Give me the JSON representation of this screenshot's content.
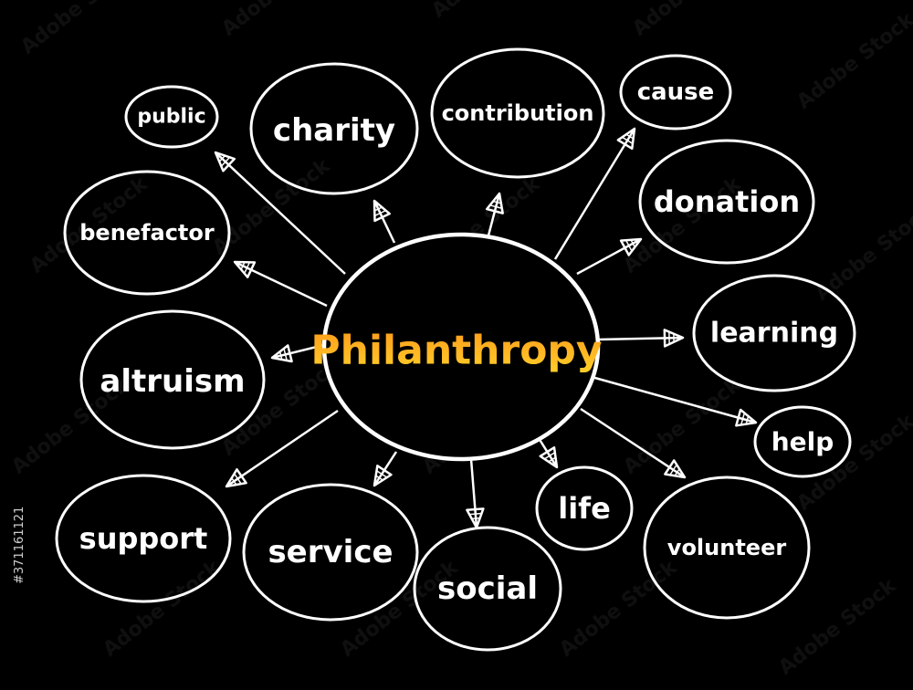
{
  "center": {
    "label": "Philanthropy",
    "gradient_top": "#ff9a1a",
    "gradient_bottom": "#ffd02a"
  },
  "nodes": [
    {
      "id": "public",
      "label": "public"
    },
    {
      "id": "charity",
      "label": "charity"
    },
    {
      "id": "contribution",
      "label": "contribution"
    },
    {
      "id": "cause",
      "label": "cause"
    },
    {
      "id": "donation",
      "label": "donation"
    },
    {
      "id": "benefactor",
      "label": "benefactor"
    },
    {
      "id": "learning",
      "label": "learning"
    },
    {
      "id": "altruism",
      "label": "altruism"
    },
    {
      "id": "help",
      "label": "help"
    },
    {
      "id": "support",
      "label": "support"
    },
    {
      "id": "service",
      "label": "service"
    },
    {
      "id": "social",
      "label": "social"
    },
    {
      "id": "life",
      "label": "life"
    },
    {
      "id": "volunteer",
      "label": "volunteer"
    }
  ],
  "watermark": {
    "text": "Adobe Stock",
    "stock_id": "#371161121"
  },
  "colors": {
    "background": "#000000",
    "stroke": "#ffffff",
    "text": "#ffffff"
  }
}
